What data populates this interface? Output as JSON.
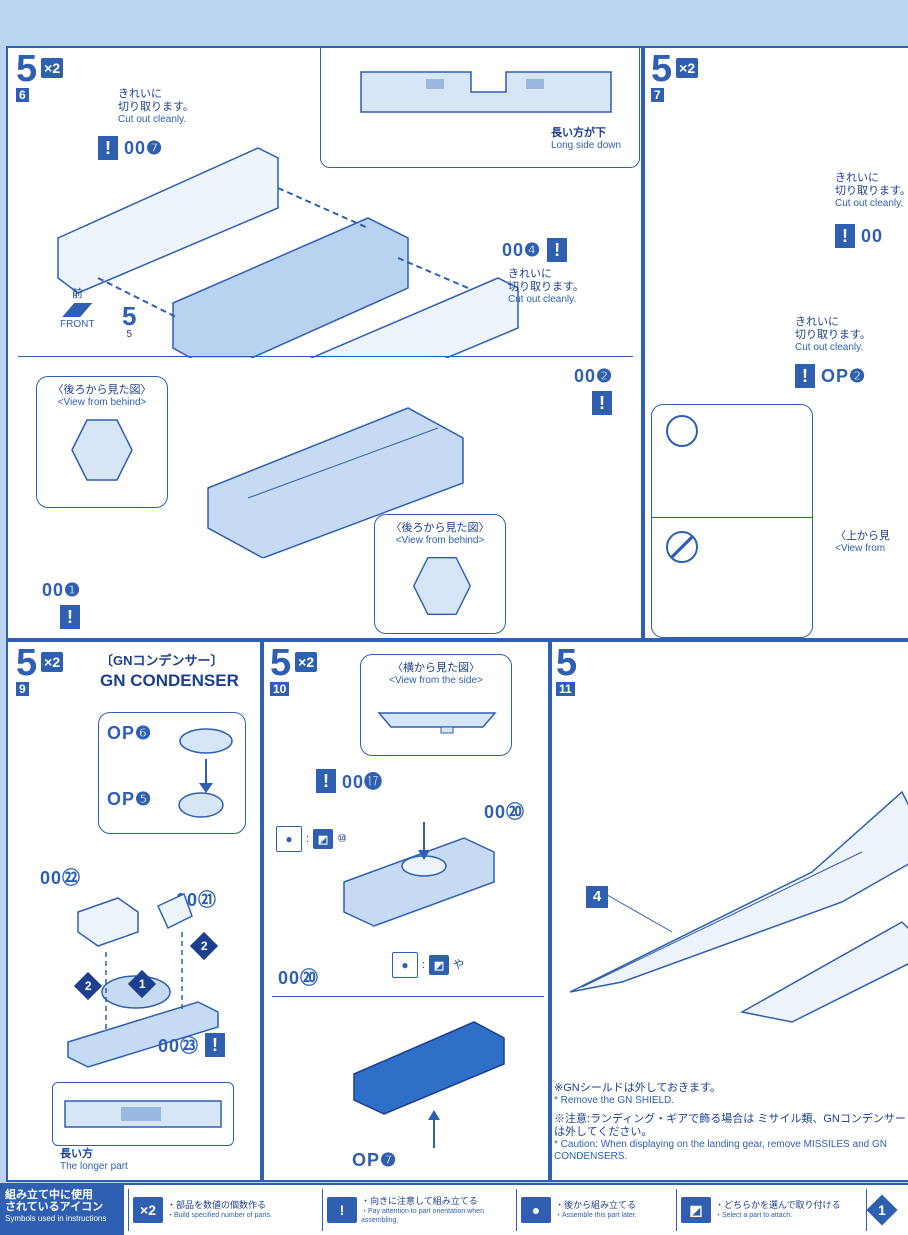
{
  "colors": {
    "accent": "#2e5fb0",
    "background": "#bcd5ee",
    "part_fill": "#d6e6f7"
  },
  "steps": [
    {
      "number": "5",
      "sub": "6",
      "times": "×2"
    },
    {
      "number": "5",
      "sub": "7",
      "times": "×2"
    },
    {
      "number": "5",
      "sub": "9",
      "times": "×2",
      "title_jp": "〔GNコンデンサー〕",
      "title_en": "GN CONDENSER"
    },
    {
      "number": "5",
      "sub": "10",
      "times": "×2"
    },
    {
      "number": "5",
      "sub": "11"
    }
  ],
  "cut_note": {
    "jp1": "きれいに",
    "jp2": "切り取ります。",
    "en": "Cut out cleanly."
  },
  "parts": {
    "p007": "00❼",
    "p004": "00❹",
    "p002": "00❷",
    "p001": "00❶",
    "op2": "OP❷",
    "op6": "OP❻",
    "op5": "OP❺",
    "op7": "OP❼",
    "p022": "00㉒",
    "p021": "00㉑",
    "p023": "00㉓",
    "p017": "00⓱",
    "p020a": "00⑳",
    "p020b": "00⑳",
    "p00x": "00"
  },
  "front_label": {
    "jp": "前",
    "en": "FRONT"
  },
  "ref_step": {
    "number": "5",
    "sub": "5"
  },
  "long_side": {
    "jp": "長い方が下",
    "en": "Long side down"
  },
  "view_behind": {
    "jp": "〈後ろから見た図〉",
    "en": "<View from behind>"
  },
  "view_side": {
    "jp": "〈横から見た図〉",
    "en": "<View from the side>"
  },
  "view_above": {
    "jp": "〈上から見",
    "en": "<View from"
  },
  "longer_part": {
    "jp": "長い方",
    "en": "The longer part"
  },
  "sticker_marks": {
    "a": "⑩",
    "b": "や"
  },
  "order_marks": {
    "one": "1",
    "two": "2"
  },
  "part_label_4": "4",
  "notes": [
    {
      "jp": "※GNシールドは外しておきます。",
      "en": "* Remove the GN SHIELD."
    },
    {
      "jp": "※注意:ランディング・ギアで飾る場合は ミサイル類、GNコンデンサーは外してください。",
      "en": "* Caution: When displaying on the landing gear, remove MISSILES and GN CONDENSERS."
    }
  ],
  "legend": {
    "head_jp1": "組み立て中に使用",
    "head_jp2": "されているアイコン",
    "head_en": "Symbols used in instructions",
    "items": [
      {
        "icon": "×2",
        "jp": "・部品を数値の個数作る",
        "en": "・Build specified number of parts."
      },
      {
        "icon": "!",
        "jp": "・向きに注意して組み立てる",
        "en": "・Pay attention to part orientation when assembling."
      },
      {
        "icon": "●",
        "jp": "・後から組み立てる",
        "en": "・Assemble this part later."
      },
      {
        "icon": "◩",
        "jp": "・どちらかを選んで取り付ける",
        "en": "・Select a part to attach."
      },
      {
        "icon": "1",
        "jp": "",
        "en": ""
      }
    ]
  }
}
